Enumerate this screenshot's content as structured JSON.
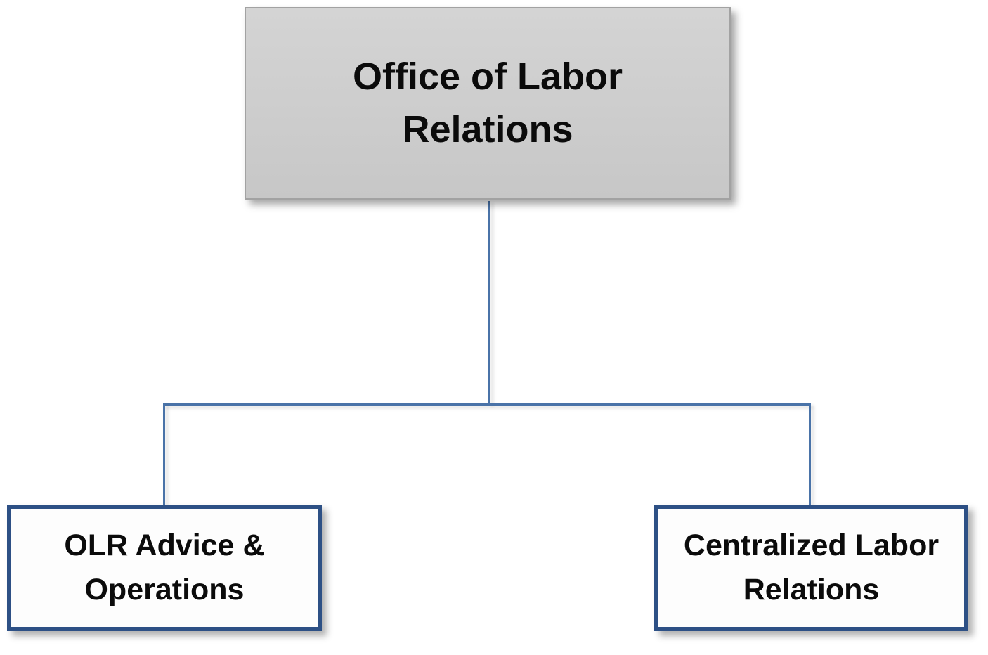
{
  "diagram": {
    "type": "org-chart",
    "root": {
      "label": "Office of Labor\nRelations"
    },
    "children": [
      {
        "label": "OLR Advice &\nOperations"
      },
      {
        "label": "Centralized Labor\nRelations"
      }
    ]
  },
  "colors": {
    "background": "#ffffff",
    "root_fill": "#cdcdcd",
    "root_border": "#a2a2a2",
    "child_fill": "#fdfdfd",
    "child_border": "#2d5085",
    "connector": "#4a73a8",
    "text": "#0b0b0b"
  }
}
